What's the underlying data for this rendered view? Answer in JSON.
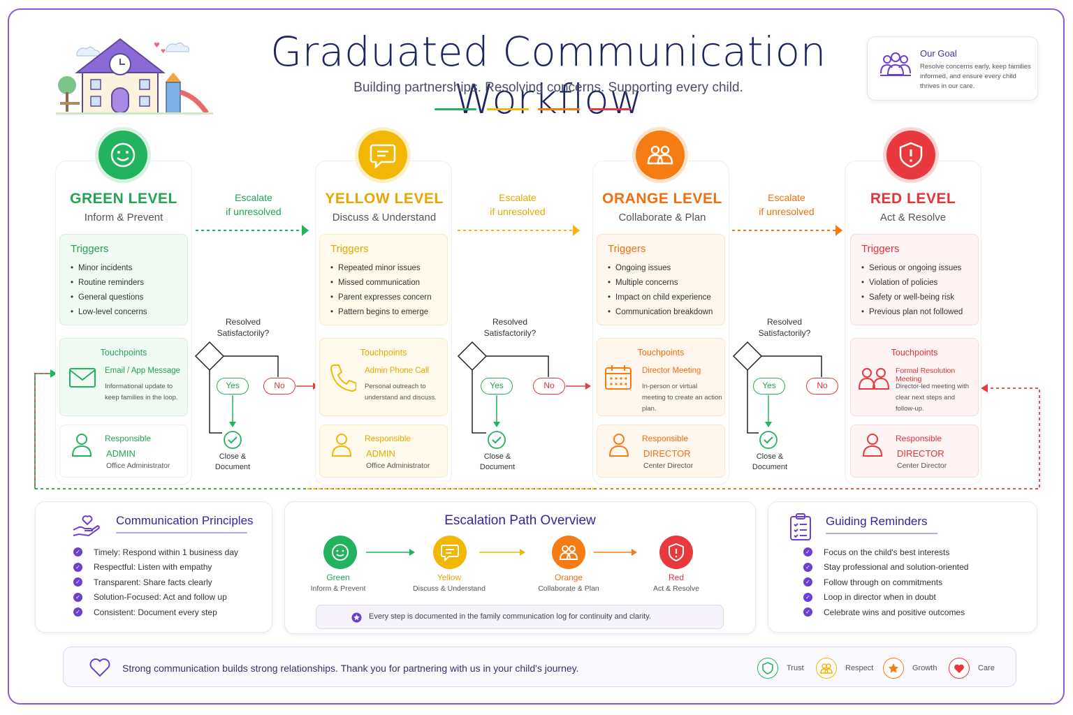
{
  "header": {
    "title": "Graduated Communication Workflow",
    "subtitle": "Building partnerships. Resolving concerns. Supporting every child."
  },
  "goal": {
    "title": "Our Goal",
    "text": "Resolve concerns early, keep families informed, and ensure every child thrives in our care."
  },
  "colors": {
    "green": "#22b35e",
    "yellow": "#f2b705",
    "orange": "#f57c12",
    "red": "#e8393f",
    "purple": "#6d3fd0"
  },
  "levels": [
    {
      "title": "GREEN LEVEL",
      "subtitle": "Inform & Prevent",
      "triggers_title": "Triggers",
      "triggers": [
        "Minor incidents",
        "Routine reminders",
        "General questions",
        "Low-level concerns"
      ],
      "touchpoints_title": "Touchpoints",
      "touchpoint_name": "Email / App Message",
      "touchpoint_desc": "Informational update to keep families in the loop.",
      "responsible_label": "Responsible",
      "role": "ADMIN",
      "role_desc": "Office Administrator"
    },
    {
      "title": "YELLOW LEVEL",
      "subtitle": "Discuss & Understand",
      "triggers_title": "Triggers",
      "triggers": [
        "Repeated minor issues",
        "Missed communication",
        "Parent expresses concern",
        "Pattern begins to emerge"
      ],
      "touchpoints_title": "Touchpoints",
      "touchpoint_name": "Admin Phone Call",
      "touchpoint_desc": "Personal outreach to understand and discuss.",
      "responsible_label": "Responsible",
      "role": "ADMIN",
      "role_desc": "Office Administrator"
    },
    {
      "title": "ORANGE LEVEL",
      "subtitle": "Collaborate & Plan",
      "triggers_title": "Triggers",
      "triggers": [
        "Ongoing issues",
        "Multiple concerns",
        "Impact on child experience",
        "Communication breakdown"
      ],
      "touchpoints_title": "Touchpoints",
      "touchpoint_name": "Director Meeting",
      "touchpoint_desc": "In-person or virtual meeting to create an action plan.",
      "responsible_label": "Responsible",
      "role": "DIRECTOR",
      "role_desc": "Center Director"
    },
    {
      "title": "RED LEVEL",
      "subtitle": "Act & Resolve",
      "triggers_title": "Triggers",
      "triggers": [
        "Serious or ongoing issues",
        "Violation of policies",
        "Safety or well-being risk",
        "Previous plan not followed"
      ],
      "touchpoints_title": "Touchpoints",
      "touchpoint_name": "Formal Resolution Meeting",
      "touchpoint_desc": "Director-led meeting with clear next steps and follow-up.",
      "responsible_label": "Responsible",
      "role": "DIRECTOR",
      "role_desc": "Center Director"
    }
  ],
  "flow": {
    "escalate_line1": "Escalate",
    "escalate_line2": "if unresolved",
    "resolved_line1": "Resolved",
    "resolved_line2": "Satisfactorily?",
    "yes": "Yes",
    "no": "No",
    "close_line1": "Close &",
    "close_line2": "Document"
  },
  "principles": {
    "title": "Communication Principles",
    "items": [
      "Timely: Respond within 1 business day",
      "Respectful: Listen with empathy",
      "Transparent: Share facts clearly",
      "Solution-Focused: Act and follow up",
      "Consistent: Document every step"
    ]
  },
  "overview": {
    "title": "Escalation Path Overview",
    "steps": [
      {
        "label": "Green",
        "sub": "Inform & Prevent"
      },
      {
        "label": "Yellow",
        "sub": "Discuss & Understand"
      },
      {
        "label": "Orange",
        "sub": "Collaborate & Plan"
      },
      {
        "label": "Red",
        "sub": "Act & Resolve"
      }
    ],
    "note": "Every step is documented in the family communication log for continuity and clarity."
  },
  "reminders": {
    "title": "Guiding Reminders",
    "items": [
      "Focus on the child's best interests",
      "Stay professional and solution-oriented",
      "Follow through on commitments",
      "Loop in director when in doubt",
      "Celebrate wins and positive outcomes"
    ]
  },
  "footer": {
    "text": "Strong communication builds strong relationships. Thank you for partnering with us in your child's journey.",
    "values": [
      "Trust",
      "Respect",
      "Growth",
      "Care"
    ]
  }
}
